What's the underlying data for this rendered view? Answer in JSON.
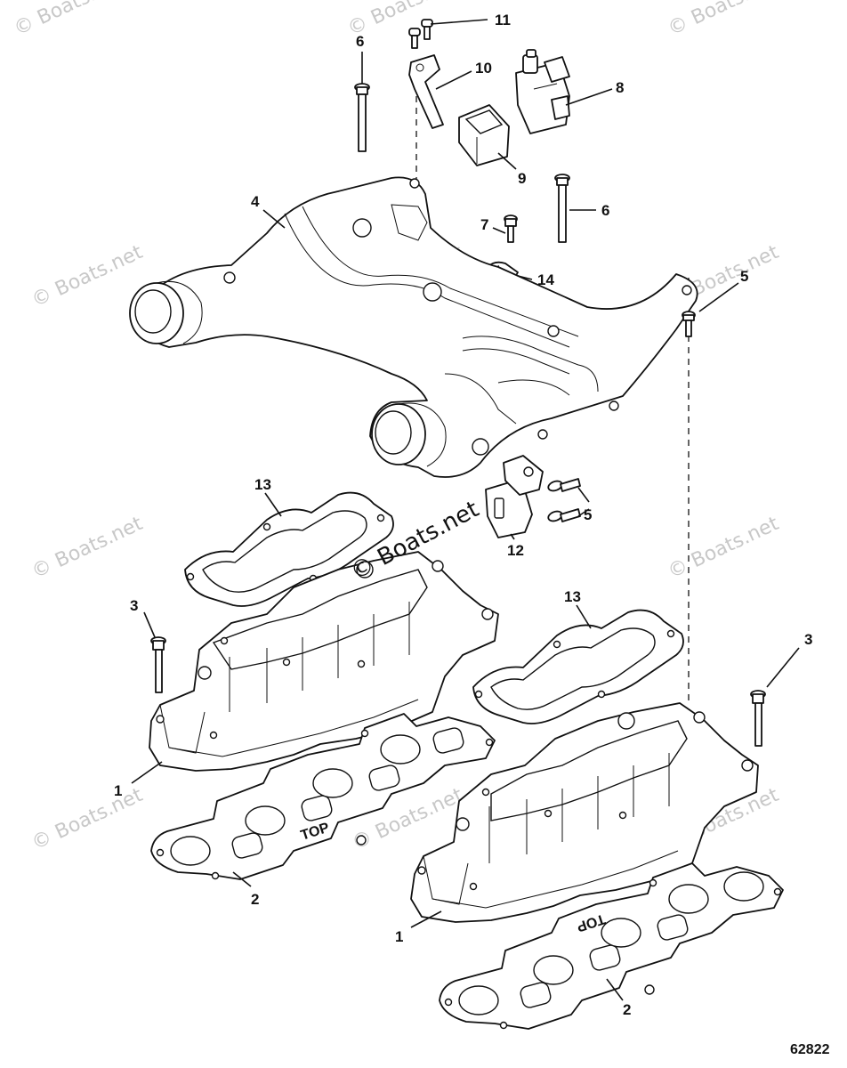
{
  "watermark": "© Boats.net",
  "figure_number": "62822",
  "callouts": {
    "c1a": "1",
    "c1b": "1",
    "c2a": "2",
    "c2b": "2",
    "c3a": "3",
    "c3b": "3",
    "c4": "4",
    "c5a": "5",
    "c5b": "5",
    "c6a": "6",
    "c6b": "6",
    "c7": "7",
    "c8": "8",
    "c9": "9",
    "c10": "10",
    "c11": "11",
    "c12": "12",
    "c13a": "13",
    "c13b": "13",
    "c14": "14"
  },
  "gasket_marks": {
    "top_a": "TOP",
    "top_b": "TOP"
  }
}
